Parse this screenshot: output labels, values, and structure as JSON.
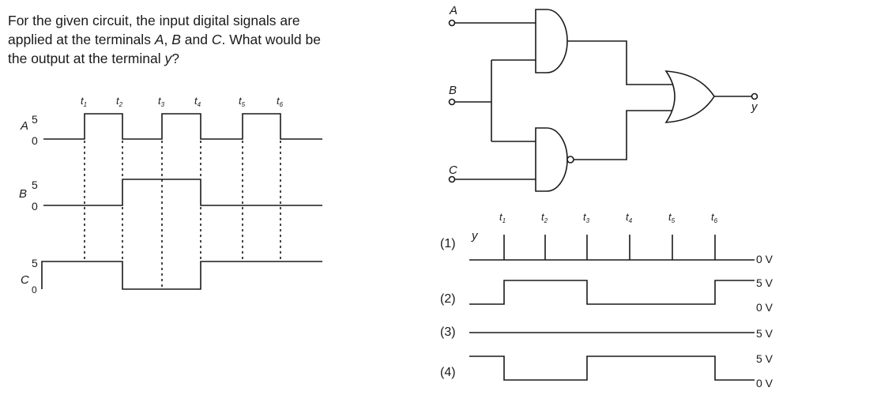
{
  "question": {
    "line1_pre": "For the given circuit, the input digital signals are",
    "line2_pre": "applied at the terminals ",
    "line2_a": "A",
    "line2_sep1": ", ",
    "line2_b": "B",
    "line2_and": " and ",
    "line2_c": "C",
    "line2_post": ". What would be",
    "line3_pre": "the output at the terminal ",
    "line3_y": "y",
    "line3_post": "?"
  },
  "timing": {
    "time_labels": [
      "t",
      "t",
      "t",
      "t",
      "t",
      "t"
    ],
    "time_subs": [
      "1",
      "2",
      "3",
      "4",
      "5",
      "6"
    ],
    "signal_a": "A",
    "signal_b": "B",
    "signal_c": "C",
    "level_high": "5",
    "level_low": "0"
  },
  "circuit": {
    "input_a": "A",
    "input_b": "B",
    "input_c": "C",
    "output_y": "y",
    "gates": [
      "AND",
      "NAND",
      "OR"
    ]
  },
  "options": {
    "y_label": "y",
    "time_subs": [
      "1",
      "2",
      "3",
      "4",
      "5",
      "6"
    ],
    "time_t": "t",
    "opt1": "(1)",
    "opt2": "(2)",
    "opt3": "(3)",
    "opt4": "(4)",
    "volt_0": "0 V",
    "volt_5": "5 V"
  }
}
